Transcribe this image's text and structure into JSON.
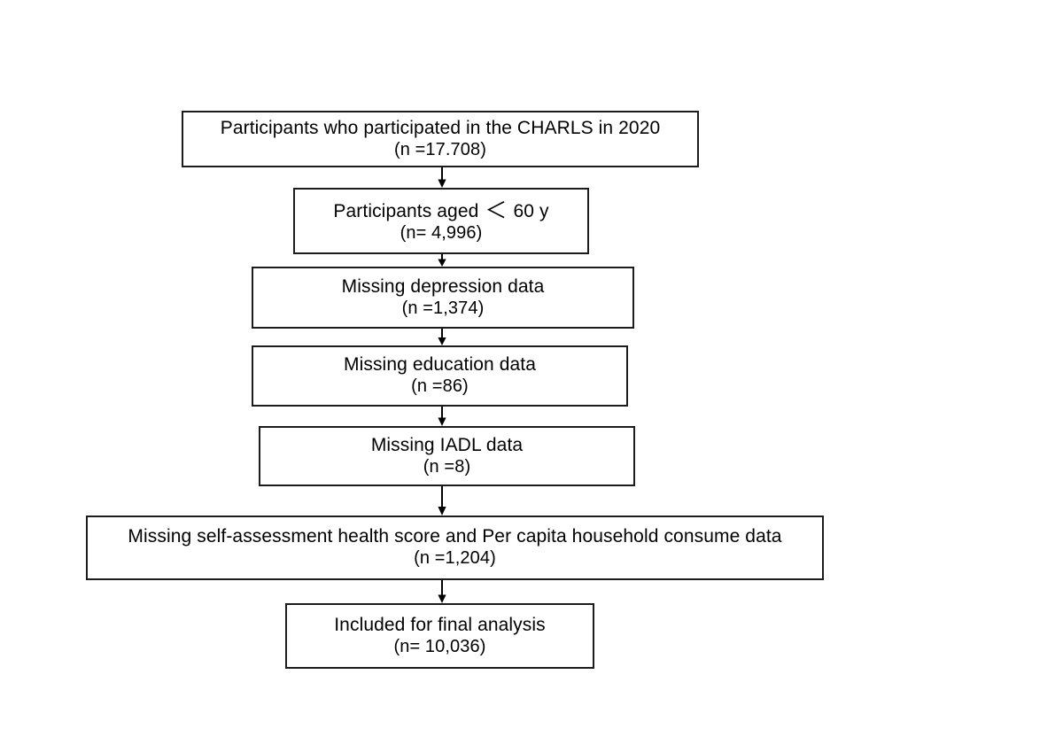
{
  "chart_data": {
    "type": "diagram",
    "title": "CHARLS 2020 participant selection flow diagram",
    "orientation": "vertical",
    "nodes": [
      {
        "id": "enrolled",
        "line1": "Participants who participated in the CHARLS in 2020",
        "line2": "(n =17.708)",
        "n": 17708,
        "role": "source"
      },
      {
        "id": "excl-age",
        "line1_pre": "Participants aged",
        "line1_symbol": "＜",
        "line1_post": "60 y",
        "line2": "(n= 4,996)",
        "n": 4996,
        "role": "exclusion"
      },
      {
        "id": "excl-depression",
        "line1": "Missing depression data",
        "line2": "(n =1,374)",
        "n": 1374,
        "role": "exclusion"
      },
      {
        "id": "excl-education",
        "line1": "Missing education data",
        "line2": "(n =86)",
        "n": 86,
        "role": "exclusion"
      },
      {
        "id": "excl-iadl",
        "line1": "Missing IADL data",
        "line2": "(n =8)",
        "n": 8,
        "role": "exclusion"
      },
      {
        "id": "excl-sah-consume",
        "line1": "Missing self-assessment health score and Per capita household consume data",
        "line2": "(n =1,204)",
        "n": 1204,
        "role": "exclusion"
      },
      {
        "id": "included",
        "line1": "Included for final analysis",
        "line2": "(n= 10,036)",
        "n": 10036,
        "role": "outcome"
      }
    ],
    "edges": [
      {
        "from": "enrolled",
        "to": "excl-age",
        "marker": "arrow"
      },
      {
        "from": "excl-age",
        "to": "excl-depression",
        "marker": "arrow"
      },
      {
        "from": "excl-depression",
        "to": "excl-education",
        "marker": "arrow"
      },
      {
        "from": "excl-education",
        "to": "excl-iadl",
        "marker": "arrow"
      },
      {
        "from": "excl-iadl",
        "to": "excl-sah-consume",
        "marker": "arrow"
      },
      {
        "from": "excl-sah-consume",
        "to": "included",
        "marker": "arrow"
      }
    ],
    "colors": {
      "background": "#ffffff",
      "box_border": "#1c1c1c",
      "text": "#000000",
      "connector": "#000000"
    }
  }
}
